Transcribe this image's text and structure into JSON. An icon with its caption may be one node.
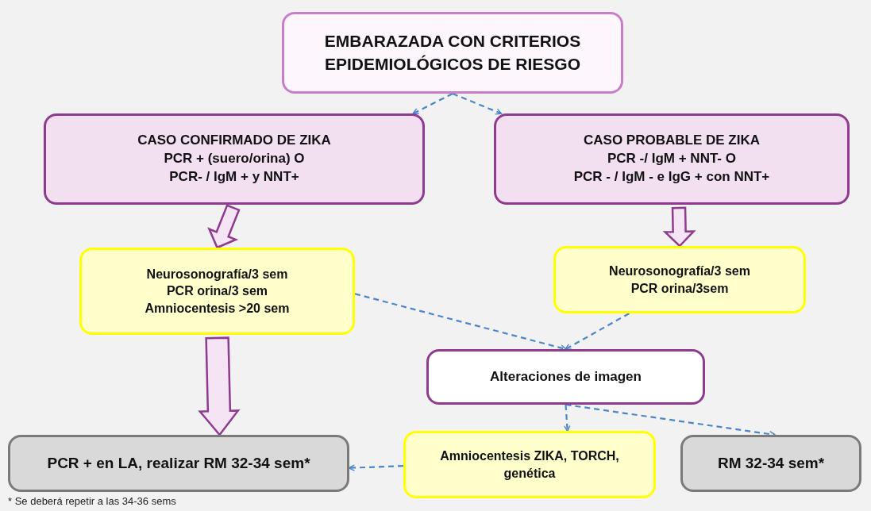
{
  "diagram": {
    "nodes": [
      {
        "text": [
          "EMBARAZADA CON CRITERIOS EPIDEMIOLÓGICOS DE RIESGO"
        ]
      },
      {
        "text": [
          "CASO CONFIRMADO DE ZIKA",
          "PCR + (suero/orina) O",
          "PCR- / IgM + y NNT+"
        ]
      },
      {
        "text": [
          "CASO PROBABLE DE ZIKA",
          "PCR -/ IgM + NNT- O",
          "PCR - / IgM - e IgG + con NNT+"
        ]
      },
      {
        "text": [
          "Neurosonografía/3 sem",
          "PCR orina/3 sem",
          "Amniocentesis >20 sem"
        ]
      },
      {
        "text": [
          "Neurosonografía/3 sem",
          "PCR orina/3sem"
        ]
      },
      {
        "text": [
          "Alteraciones de imagen"
        ]
      },
      {
        "text": [
          "PCR + en LA, realizar RM 32-34 sem*"
        ]
      },
      {
        "text": [
          "Amniocentesis ZIKA, TORCH, genética"
        ]
      },
      {
        "text": [
          "RM 32-34 sem*"
        ]
      }
    ],
    "edges": [
      {
        "from": 0,
        "to": 1,
        "arrow": "to",
        "style": "dashed"
      },
      {
        "from": 0,
        "to": 2,
        "arrow": "to",
        "style": "dashed"
      },
      {
        "from": 1,
        "to": 3,
        "arrow": "to",
        "style": "thick",
        "color": "#8e3a8e"
      },
      {
        "from": 2,
        "to": 4,
        "arrow": "to",
        "style": "thick",
        "color": "#8e3a8e"
      },
      {
        "from": 3,
        "to": 6,
        "arrow": "to",
        "style": "thick",
        "color": "#8e3a8e"
      },
      {
        "from": 3,
        "to": 5,
        "arrow": "to",
        "style": "dashed"
      },
      {
        "from": 4,
        "to": 5,
        "arrow": "to",
        "style": "dashed"
      },
      {
        "from": 5,
        "to": 7,
        "arrow": "to",
        "style": "dashed"
      },
      {
        "from": 5,
        "to": 8,
        "arrow": "to",
        "style": "dashed"
      },
      {
        "from": 7,
        "to": 6,
        "arrow": "to",
        "style": "dashed"
      }
    ],
    "labels": [
      "* Se deberá repetir a las 34-36 sems"
    ]
  }
}
